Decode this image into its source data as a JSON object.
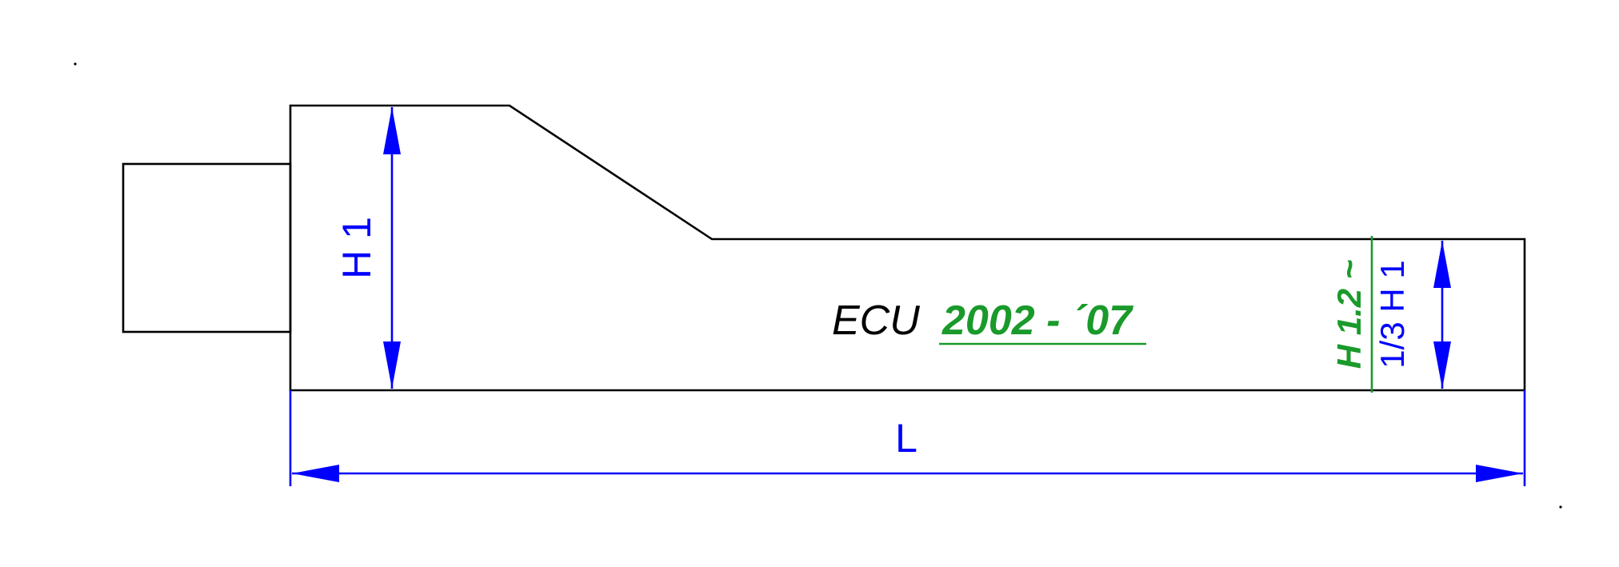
{
  "diagram": {
    "dimension_height_label": "H 1",
    "dimension_length_label": "L",
    "part_label": {
      "prefix": "ECU",
      "years": "2002 - ´07"
    },
    "right_height_label": {
      "top": "H 1.2 ~",
      "bottom": "1/3 H 1"
    }
  },
  "colors": {
    "outline": "#000000",
    "dimension": "#0000ff",
    "highlight": "#1a9a2a"
  }
}
